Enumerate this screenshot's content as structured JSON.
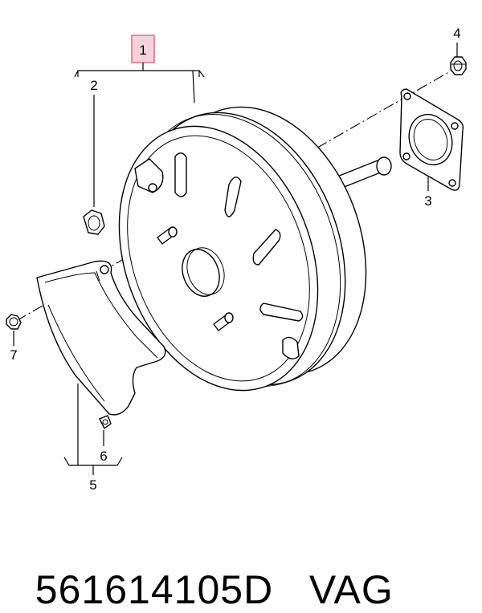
{
  "callouts": {
    "c1": "1",
    "c2": "2",
    "c3": "3",
    "c4": "4",
    "c5": "5",
    "c6": "6",
    "c7": "7"
  },
  "part_number": "561614105D",
  "manufacturer": "VAG",
  "colors": {
    "highlight_fill": "#f6d3da",
    "highlight_stroke": "#d9667d",
    "line": "#000000"
  }
}
